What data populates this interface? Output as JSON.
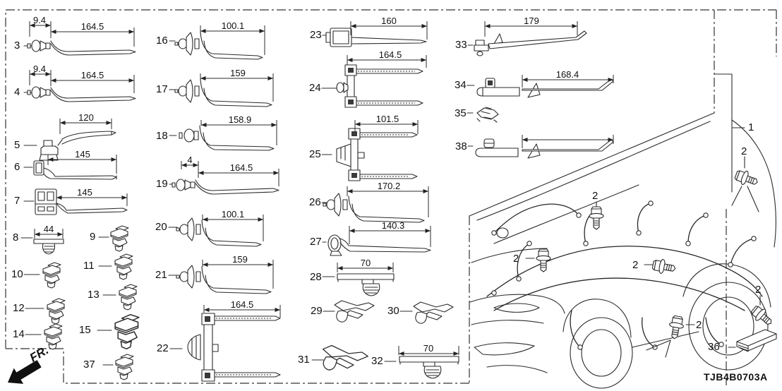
{
  "diagram_code": "TJB4B0703A",
  "fr_label": "FR.",
  "callouts": {
    "harness_assembly": "1",
    "bolt": "2"
  },
  "parts": {
    "p3": {
      "label": "3",
      "dim_a": "9.4",
      "dim_b": "164.5"
    },
    "p4": {
      "label": "4",
      "dim_a": "9.4",
      "dim_b": "164.5"
    },
    "p5": {
      "label": "5",
      "dim": "120"
    },
    "p6": {
      "label": "6",
      "dim": "145"
    },
    "p7": {
      "label": "7",
      "dim": "145"
    },
    "p8": {
      "label": "8",
      "dim": "44"
    },
    "p9": {
      "label": "9"
    },
    "p10": {
      "label": "10"
    },
    "p11": {
      "label": "11"
    },
    "p12": {
      "label": "12"
    },
    "p13": {
      "label": "13"
    },
    "p14": {
      "label": "14"
    },
    "p15": {
      "label": "15"
    },
    "p16": {
      "label": "16",
      "dim": "100.1"
    },
    "p17": {
      "label": "17",
      "dim": "159"
    },
    "p18": {
      "label": "18",
      "dim": "158.9"
    },
    "p19": {
      "label": "19",
      "dim_a": "4",
      "dim_b": "164.5"
    },
    "p20": {
      "label": "20",
      "dim": "100.1"
    },
    "p21": {
      "label": "21",
      "dim": "159"
    },
    "p22": {
      "label": "22",
      "dim": "164.5"
    },
    "p23": {
      "label": "23",
      "dim": "160"
    },
    "p24": {
      "label": "24",
      "dim": "164.5"
    },
    "p25": {
      "label": "25",
      "dim": "101.5"
    },
    "p26": {
      "label": "26",
      "dim": "170.2"
    },
    "p27": {
      "label": "27",
      "dim": "140.3"
    },
    "p28": {
      "label": "28",
      "dim": "70"
    },
    "p29": {
      "label": "29"
    },
    "p30": {
      "label": "30"
    },
    "p31": {
      "label": "31"
    },
    "p32": {
      "label": "32",
      "dim": "70"
    },
    "p33": {
      "label": "33",
      "dim": "179"
    },
    "p34": {
      "label": "34",
      "dim": "168.4"
    },
    "p35": {
      "label": "35"
    },
    "p36": {
      "label": "36"
    },
    "p37": {
      "label": "37"
    },
    "p38": {
      "label": "38"
    }
  }
}
